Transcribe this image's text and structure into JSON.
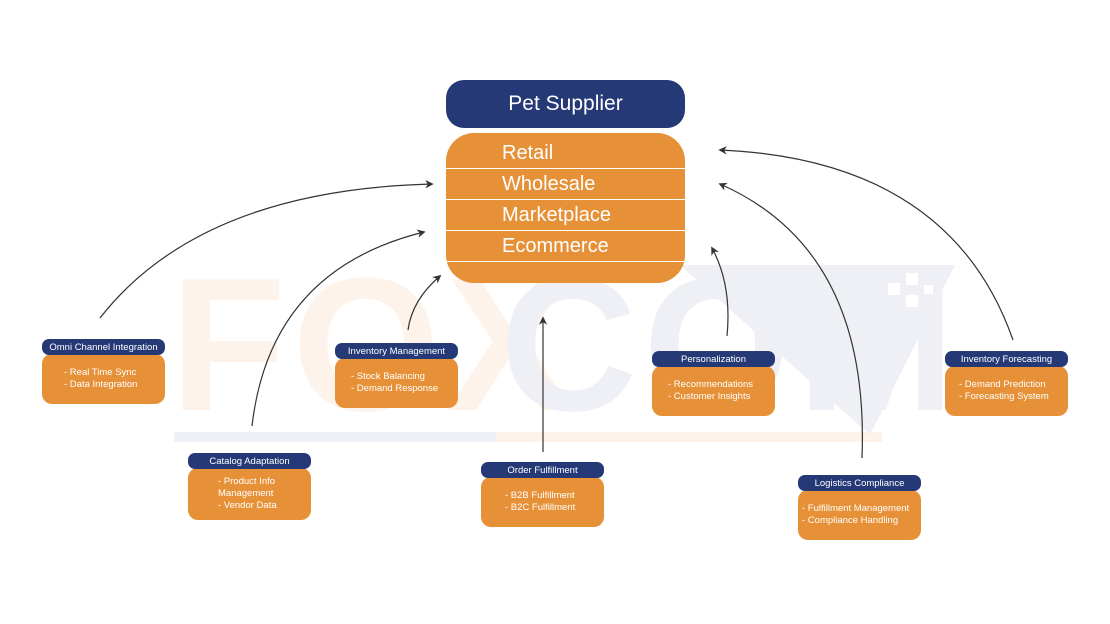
{
  "watermark": {
    "left_text": "FOX",
    "right_text": "COM"
  },
  "colors": {
    "navy": "#263977",
    "orange": "#e69138",
    "arrow": "#333333"
  },
  "hub": {
    "title": "Pet Supplier",
    "channels": [
      "Retail",
      "Wholesale",
      "Marketplace",
      "Ecommerce"
    ]
  },
  "nodes": [
    {
      "title": "Omni Channel Integration",
      "items": [
        "- Real Time Sync",
        "- Data Integration"
      ]
    },
    {
      "title": "Catalog Adaptation",
      "items": [
        "- Product Info Management",
        "- Vendor Data"
      ]
    },
    {
      "title": "Inventory Management",
      "items": [
        "- Stock Balancing",
        "- Demand Response"
      ]
    },
    {
      "title": "Order Fulfillment",
      "items": [
        "- B2B Fulfillment",
        "- B2C Fulfillment"
      ]
    },
    {
      "title": "Personalization",
      "items": [
        "- Recommendations",
        "- Customer Insights"
      ]
    },
    {
      "title": "Logistics Compliance",
      "items": [
        "- Fulfillment Management",
        "- Compliance Handling"
      ]
    },
    {
      "title": "Inventory Forecasting",
      "items": [
        "- Demand Prediction",
        "- Forecasting System"
      ]
    }
  ]
}
